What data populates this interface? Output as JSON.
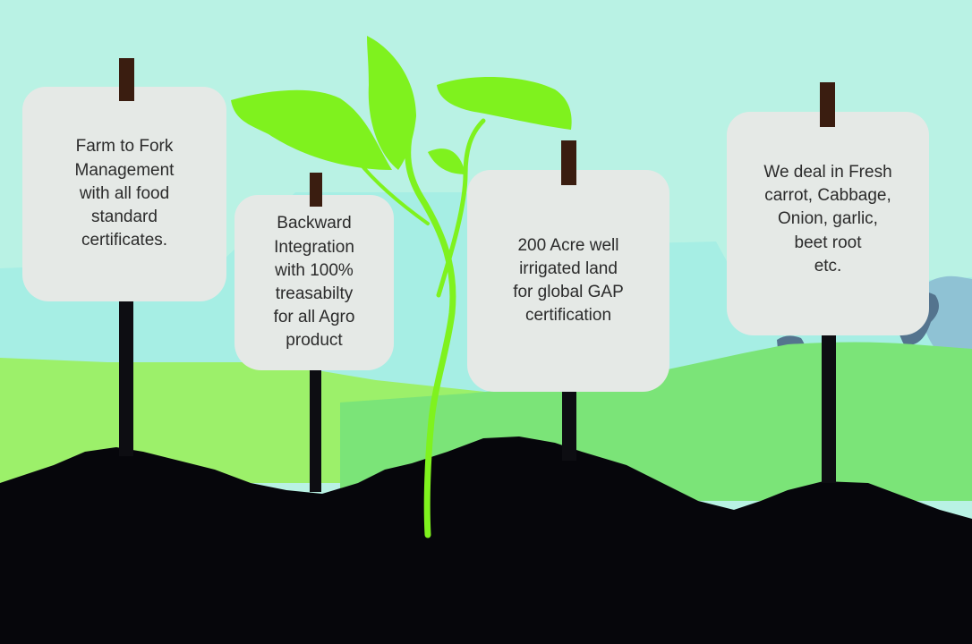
{
  "colors": {
    "sky": "#b9f2e4",
    "hill_back": "#a6eee4",
    "grass_left": "#9cf06a",
    "grass_right": "#7be478",
    "soil": "#06060b",
    "sign": "#e5e9e6",
    "stake": "#3a1d10",
    "sprout": "#7ff21e",
    "stone": "#54748e"
  },
  "signs": [
    {
      "text": "Farm to Fork\nManagement\nwith all food\nstandard\ncertificates."
    },
    {
      "text": "Backward\nIntegration\nwith 100%\ntreasabilty\nfor all Agro\nproduct"
    },
    {
      "text": "200 Acre well\nirrigated land\nfor global GAP\ncertification"
    },
    {
      "text": "We deal in Fresh\ncarrot, Cabbage,\nOnion, garlic,\nbeet root\netc."
    }
  ]
}
